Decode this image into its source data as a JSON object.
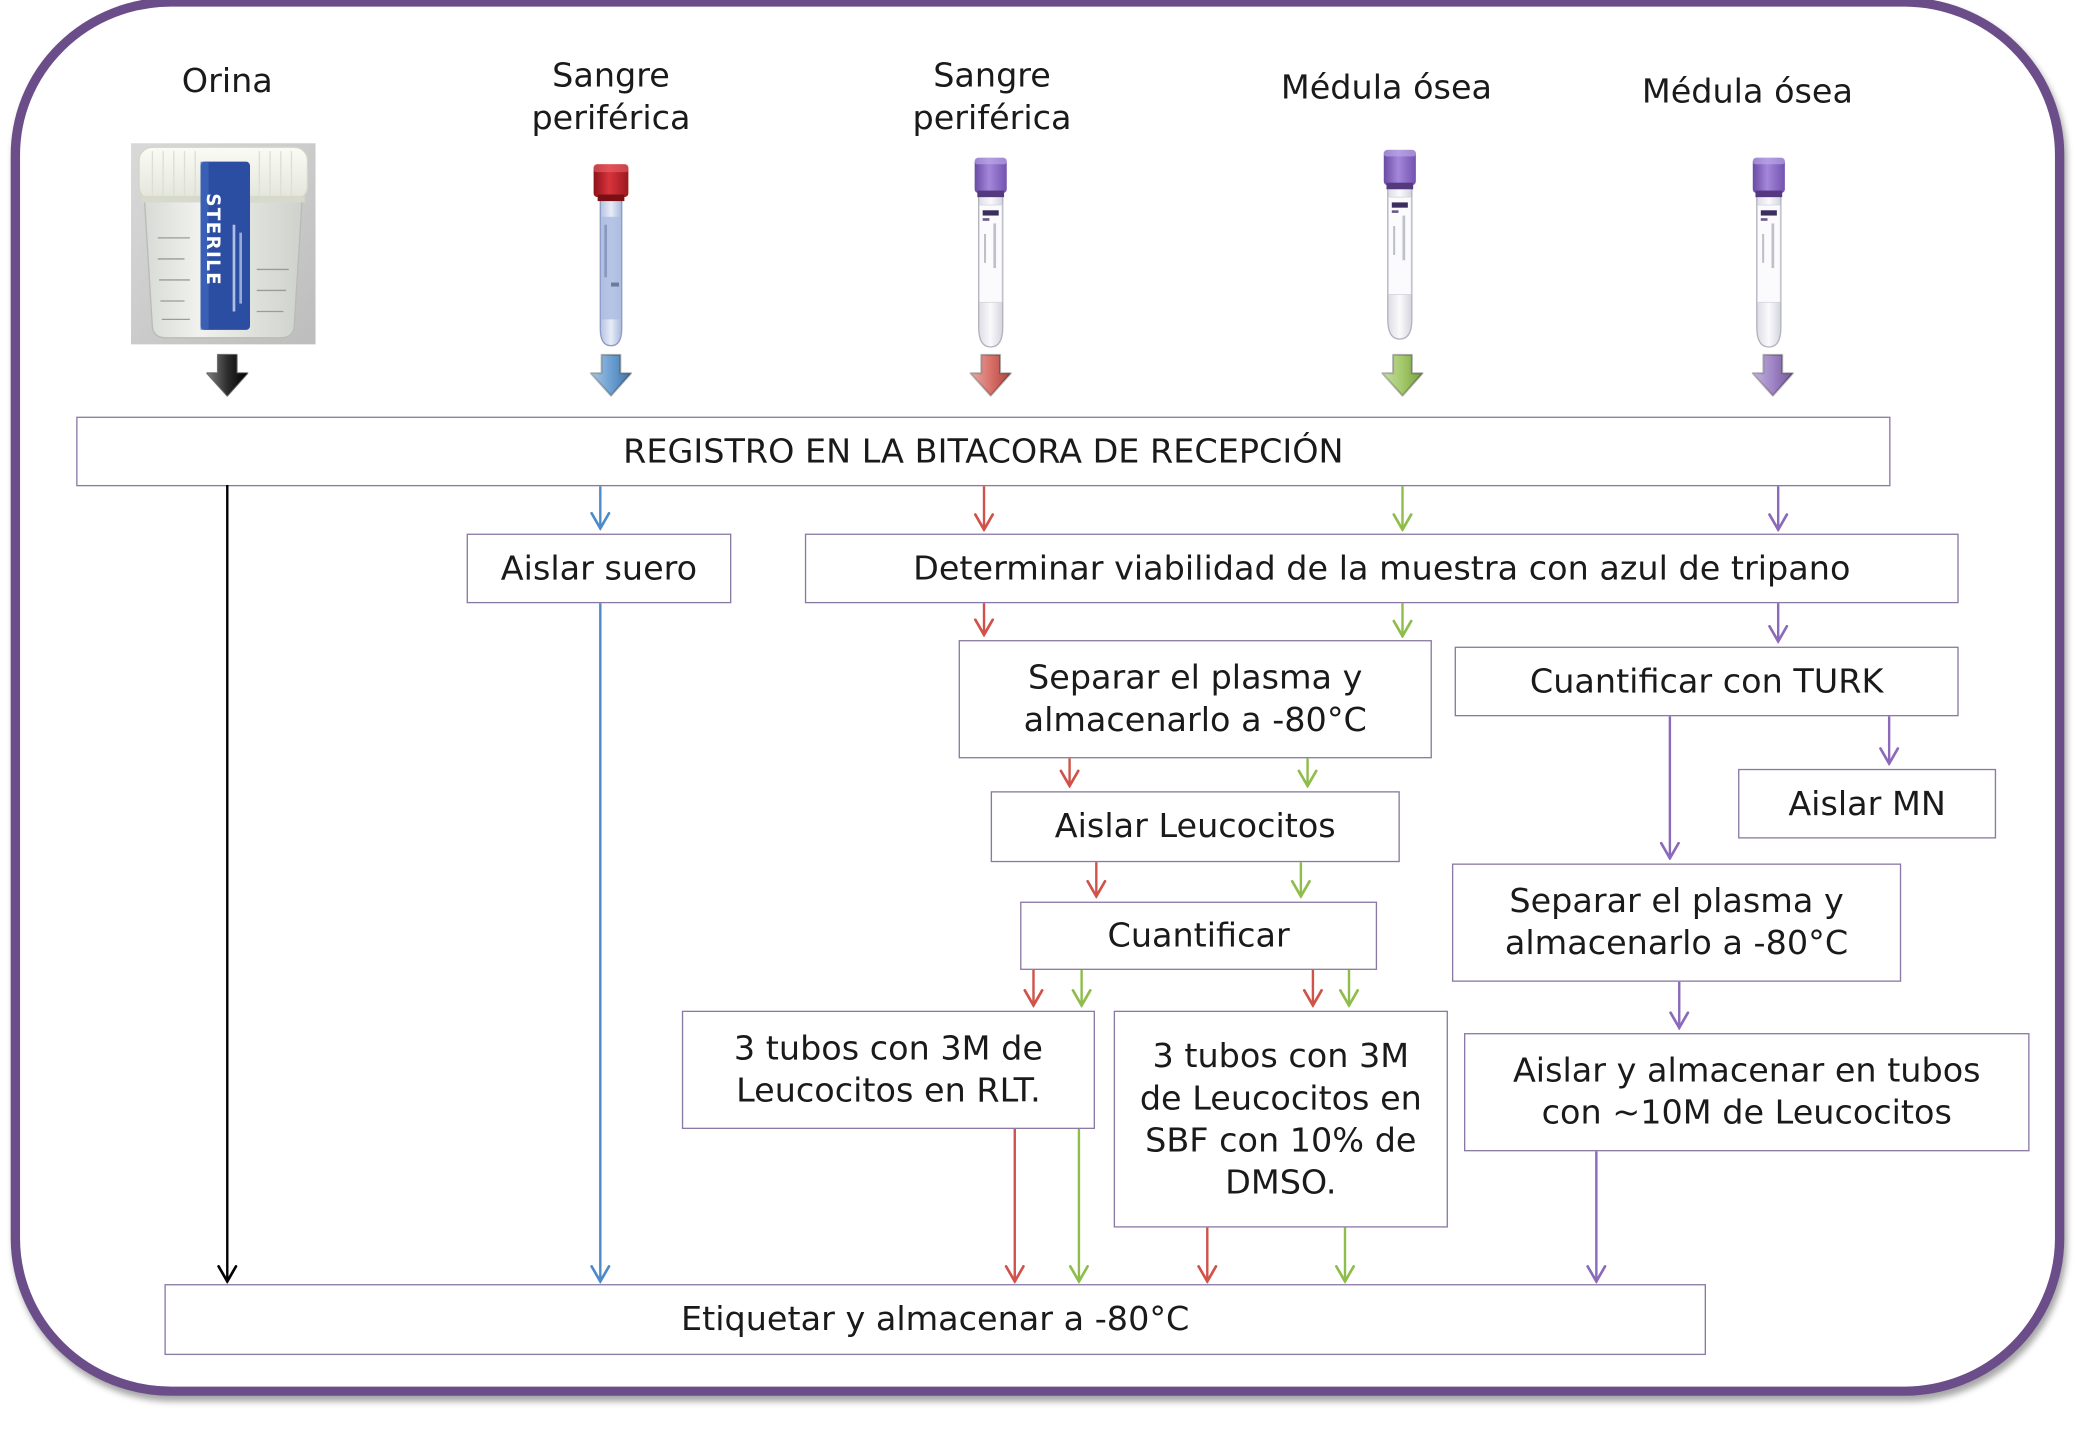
{
  "samples": [
    {
      "label": "Orina",
      "color": "#000000",
      "icon": "urine-cup-icon"
    },
    {
      "label": "Sangre\nperiférica",
      "color": "#4d8bc8",
      "icon": "red-cap-tube-icon"
    },
    {
      "label": "Sangre\nperiférica",
      "color": "#d0524a",
      "icon": "purple-cap-tube-icon"
    },
    {
      "label": "Médula ósea",
      "color": "#8fbd4b",
      "icon": "purple-cap-tube-icon"
    },
    {
      "label": "Médula ósea",
      "color": "#8a6ab9",
      "icon": "purple-cap-tube-icon"
    }
  ],
  "urine_cup_label": "STERILE",
  "steps": {
    "registro": "REGISTRO EN LA BITACORA DE RECEPCIÓN",
    "aislar_suero": "Aislar suero",
    "determinar_viabilidad": "Determinar viabilidad de la muestra con azul de tripano",
    "separar_plasma_1": "Separar el plasma y\nalmacenarlo a -80°C",
    "cuantificar_turk": "Cuantificar con TURK",
    "aislar_leucocitos": "Aislar Leucocitos",
    "aislar_mn": "Aislar MN",
    "cuantificar": "Cuantificar",
    "separar_plasma_2": "Separar el plasma y\nalmacenarlo a -80°C",
    "tubos_rlt": "3 tubos con 3M de\nLeucocitos en RLT.",
    "tubos_sbf": "3 tubos con 3M\nde Leucocitos en\nSBF con 10% de\nDMSO.",
    "aislar_almacenar_10m": "Aislar y almacenar en tubos\ncon ~10M de Leucocitos",
    "etiquetar": "Etiquetar y almacenar a -80°C"
  },
  "colors": {
    "frame": "#6b4e89",
    "box_border": "#8b79a3",
    "text": "#1a1a1a"
  }
}
